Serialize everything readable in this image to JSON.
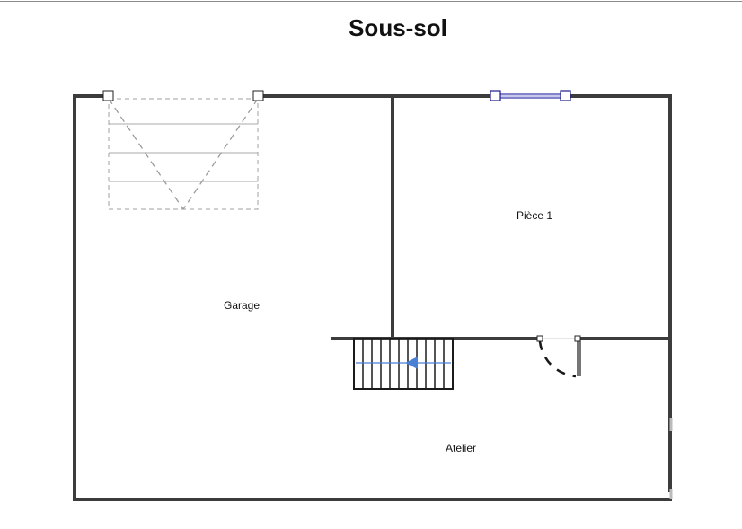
{
  "plan": {
    "title": "Sous-sol",
    "rooms": {
      "garage": "Garage",
      "piece1": "Pièce 1",
      "atelier": "Atelier"
    }
  },
  "colors": {
    "wall": "#3c3c3c",
    "window": "#3a3aa8",
    "stair_arrow": "#4a7fd6",
    "dashed": "#9a9a9a"
  }
}
